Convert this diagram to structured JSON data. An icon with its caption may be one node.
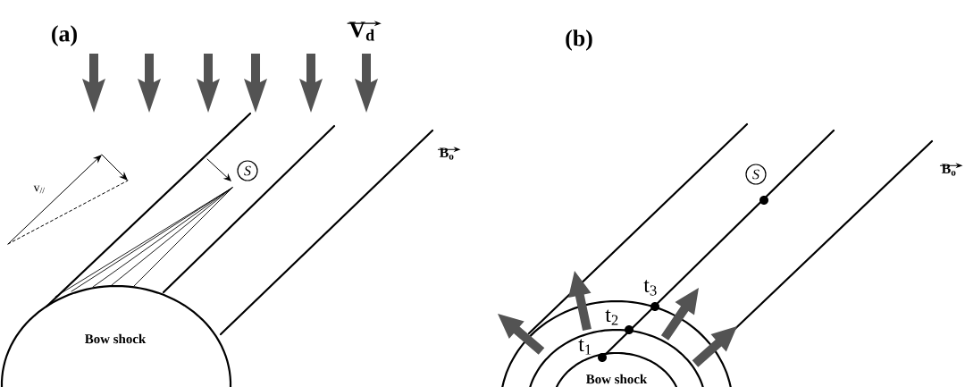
{
  "diagram": {
    "nodes": [
      {
        "text": [
          "Bow shock"
        ]
      },
      {
        "text": [
          "S"
        ]
      },
      {
        "text": [
          "Bow shock"
        ]
      },
      {
        "text": [
          "S"
        ]
      }
    ],
    "labels": [
      "(a)",
      "V$_{d}$",
      "(b)",
      "v$_{//}$",
      "B$_{o}$",
      "B$_{o}$",
      "t$_{3}$",
      "t$_{2}$",
      "t$_{1}$"
    ]
  }
}
